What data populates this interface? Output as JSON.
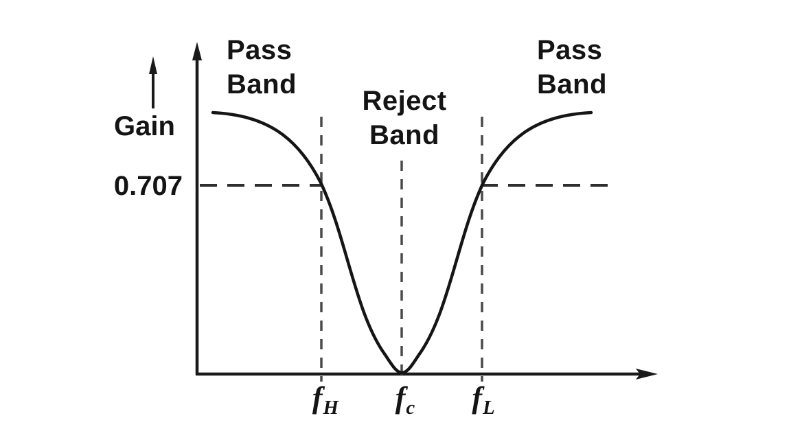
{
  "figure": {
    "y_axis_label": "Gain",
    "threshold_label": "0.707",
    "regions": {
      "pass_band_left": {
        "line1": "Pass",
        "line2": "Band"
      },
      "reject_band": {
        "line1": "Reject",
        "line2": "Band"
      },
      "pass_band_right": {
        "line1": "Pass",
        "line2": "Band"
      }
    },
    "x_ticks": [
      {
        "symbol": "f",
        "subscript": "H"
      },
      {
        "symbol": "f",
        "subscript": "c"
      },
      {
        "symbol": "f",
        "subscript": "L"
      }
    ],
    "colors": {
      "ink": "#1a1a1a",
      "dashed_line": "#444444",
      "background": "#ffffff"
    }
  },
  "chart_data": {
    "type": "line",
    "title": "",
    "ylabel": "Gain",
    "x_tick_labels": [
      "fH",
      "fc",
      "fL"
    ],
    "y_reference": 0.707,
    "key_points": [
      {
        "x": "pass band (f < fH)",
        "gain": "maximum, flat"
      },
      {
        "x": "fH",
        "gain": 0.707
      },
      {
        "x": "fc",
        "gain": 0
      },
      {
        "x": "fL",
        "gain": 0.707
      },
      {
        "x": "pass band (f > fL)",
        "gain": "maximum, flat"
      }
    ],
    "annotations": [
      "Pass Band",
      "Reject Band",
      "Pass Band"
    ],
    "description": "Band-reject (notch) filter response: gain drops from the pass band through 0.707 at fH, reaches 0 at the center frequency fc, and rises back through 0.707 at fL into the upper pass band."
  }
}
